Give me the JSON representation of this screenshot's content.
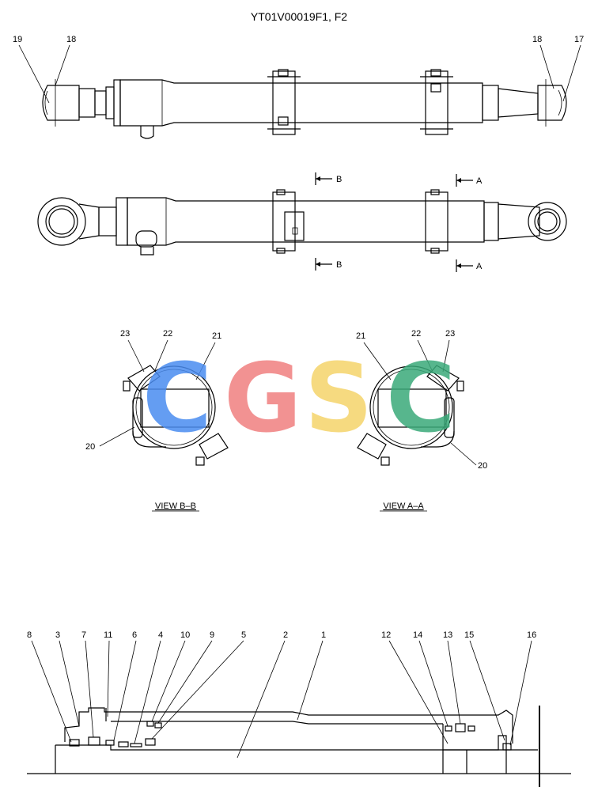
{
  "title": "YT01V00019F1, F2",
  "views": {
    "bb": "VIEW  B–B",
    "aa": "VIEW  A–A"
  },
  "section_markers": {
    "b": "B",
    "a": "A"
  },
  "callouts": {
    "top": [
      "19",
      "18",
      "18",
      "17"
    ],
    "view_bb": [
      "23",
      "22",
      "21",
      "20"
    ],
    "view_aa": [
      "21",
      "22",
      "23",
      "20"
    ],
    "section": [
      "8",
      "3",
      "7",
      "11",
      "6",
      "4",
      "10",
      "9",
      "5",
      "2",
      "1",
      "12",
      "14",
      "13",
      "15",
      "16"
    ]
  },
  "watermark": {
    "letters": [
      "C",
      "G",
      "S",
      "C"
    ],
    "colors": [
      "#4a8cf0",
      "#f08080",
      "#f5d46a",
      "#3aaa7a"
    ]
  }
}
